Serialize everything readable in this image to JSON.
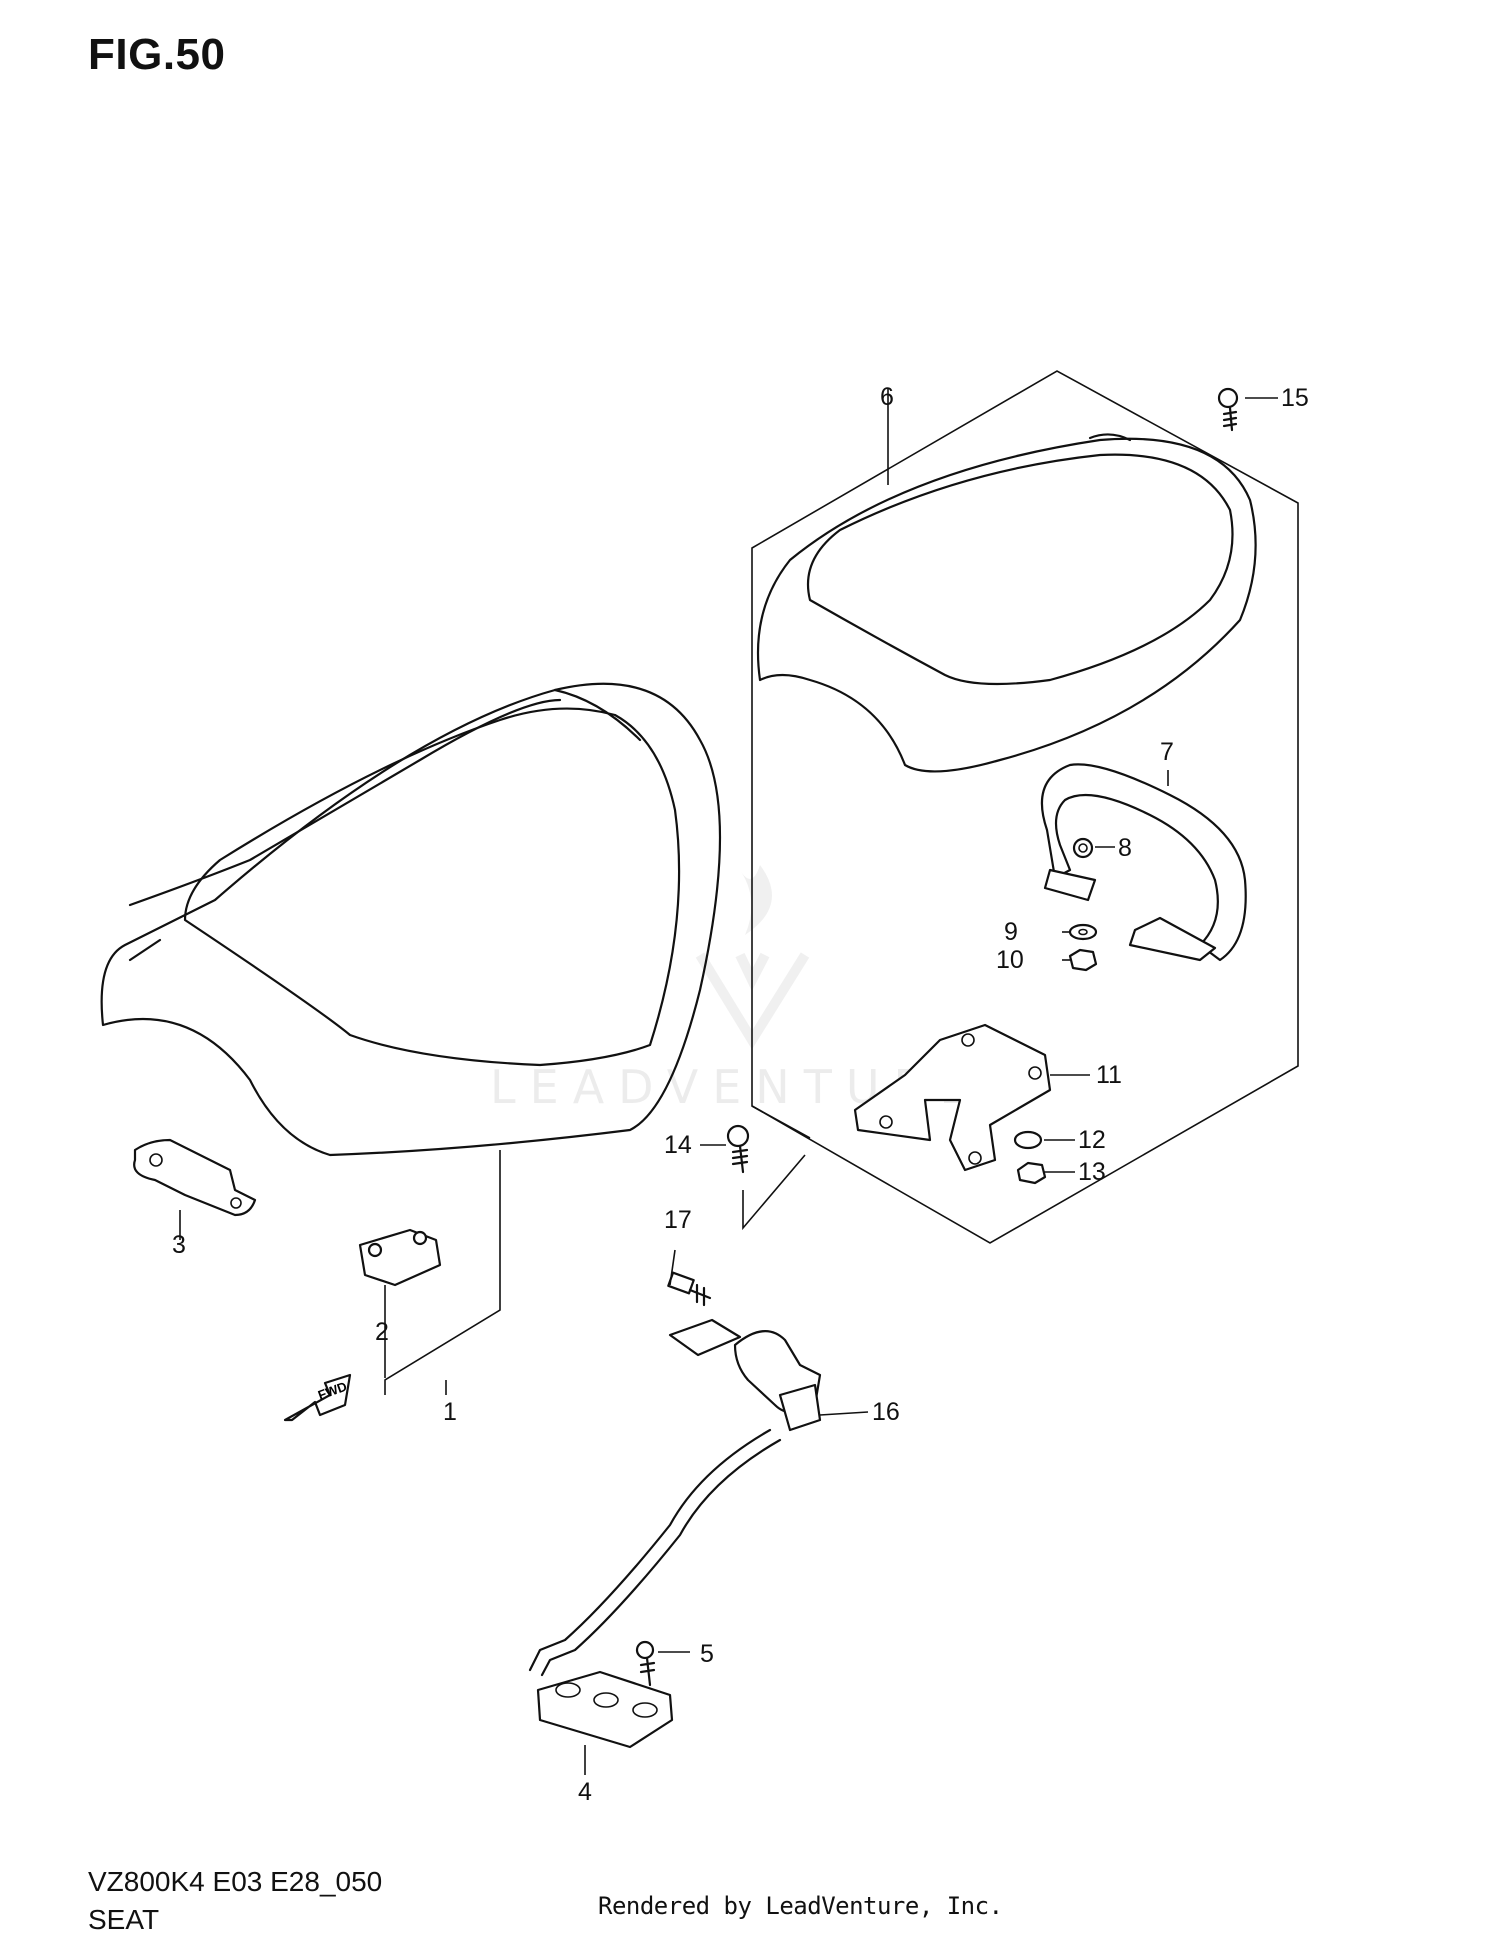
{
  "figure": {
    "title": "FIG.50",
    "model_code": "VZ800K4 E03 E28_050",
    "section_name": "SEAT",
    "footer": "Rendered by LeadVenture, Inc.",
    "watermark": "LEADVENTURE",
    "fwd_arrow_label": "FWD"
  },
  "callouts": [
    "1",
    "2",
    "3",
    "4",
    "5",
    "6",
    "7",
    "8",
    "9",
    "10",
    "11",
    "12",
    "13",
    "14",
    "15",
    "16",
    "17"
  ]
}
